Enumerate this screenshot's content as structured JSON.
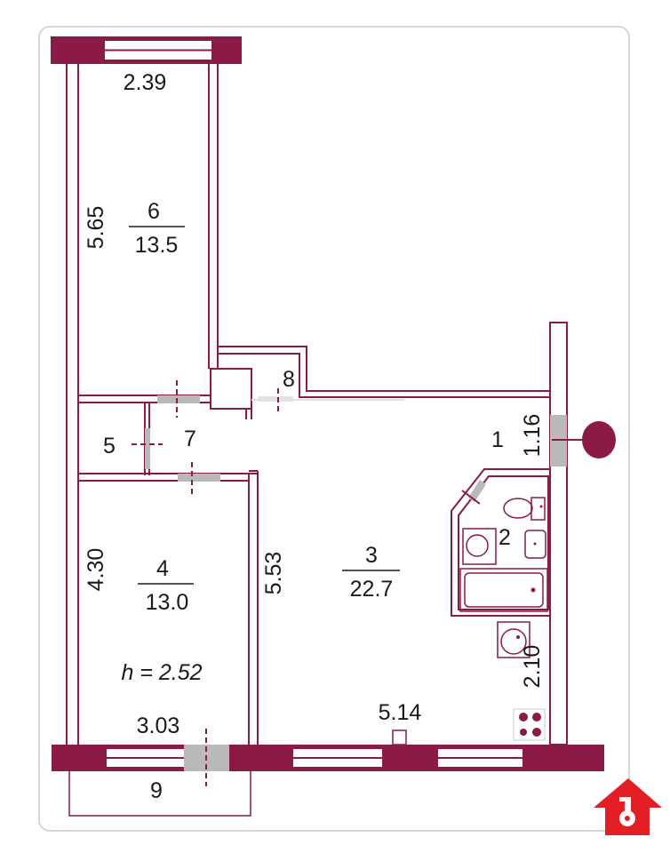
{
  "colors": {
    "wall": "#8b1a47",
    "door": "#b9b9b9",
    "logo": "#e31e24",
    "frame": "#cfc8cc"
  },
  "rooms": [
    {
      "number": "6",
      "area": "13.5"
    },
    {
      "number": "4",
      "area": "13.0"
    },
    {
      "number": "3",
      "area": "22.7"
    },
    {
      "number": "1"
    },
    {
      "number": "2"
    },
    {
      "number": "5"
    },
    {
      "number": "7"
    },
    {
      "number": "8"
    },
    {
      "number": "9"
    }
  ],
  "dimensions": {
    "room6_width": "2.39",
    "room6_length": "5.65",
    "room4_length": "4.30",
    "room4_width": "3.03",
    "room3_length": "5.53",
    "room3_width": "5.14",
    "entrance_width": "1.16",
    "kitchen_width": "2.10"
  },
  "ceiling_height": "h = 2.52"
}
